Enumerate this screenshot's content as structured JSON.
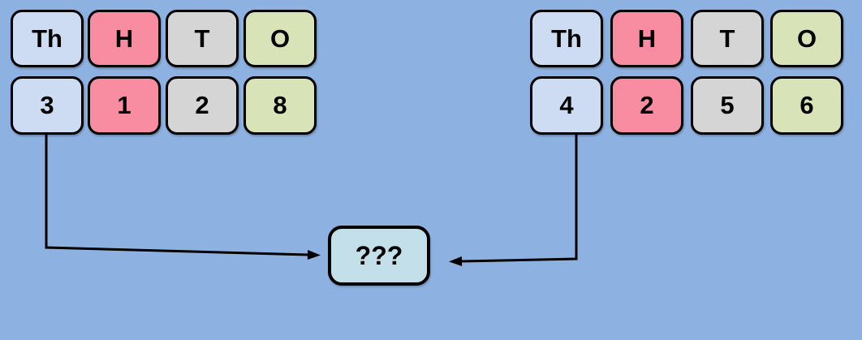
{
  "diagram": {
    "description_label": "place-value-comparison",
    "result_box": {
      "label": "???"
    }
  },
  "left_table": {
    "headers": [
      "Th",
      "H",
      "T",
      "O"
    ],
    "digits": [
      "3",
      "1",
      "2",
      "8"
    ]
  },
  "right_table": {
    "headers": [
      "Th",
      "H",
      "T",
      "O"
    ],
    "digits": [
      "4",
      "2",
      "5",
      "6"
    ]
  },
  "colors": {
    "background": "#8DB2E2",
    "thousands": "#CDDCF2",
    "hundreds": "#F88CA0",
    "tens": "#D5D5D5",
    "ones": "#D8E4B8",
    "result": "#C3DFE9",
    "line": "#000000"
  }
}
